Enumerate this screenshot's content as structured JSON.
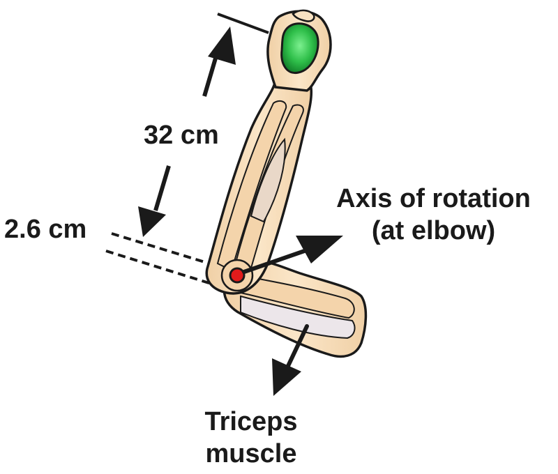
{
  "labels": {
    "forearm_length": "32 cm",
    "moment_arm": "2.6 cm",
    "axis_line1": "Axis of rotation",
    "axis_line2": "(at elbow)",
    "muscle_line1": "Triceps",
    "muscle_line2": "muscle"
  },
  "colors": {
    "skin": "#f8e2c2",
    "skin_shade": "#eccfa6",
    "bone": "#f4d4ab",
    "muscle": "#ece6ea",
    "outline": "#1a1a1a",
    "ball": "#2fbf4a",
    "axis_point": "#e11b1b"
  },
  "icons": {
    "ball": "ball-icon",
    "pivot": "axis-point-icon"
  }
}
